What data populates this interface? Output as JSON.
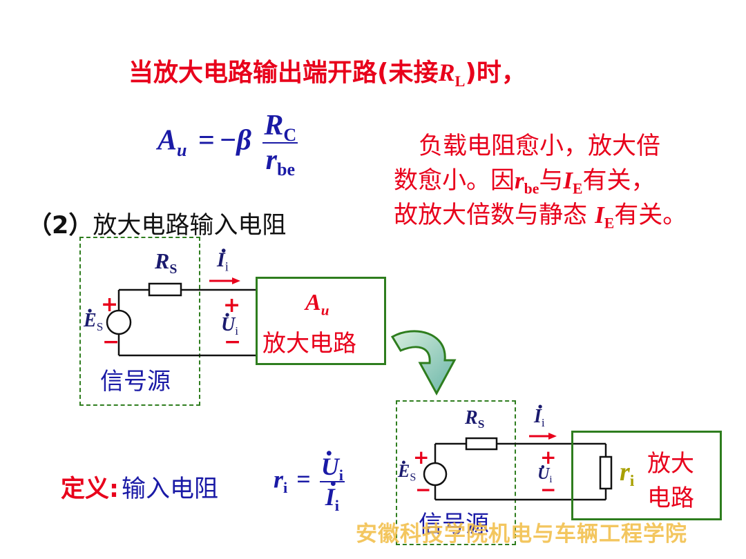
{
  "title": {
    "prefix": "当放大电路输出端开路(未接",
    "symbol": "R",
    "sub": "L",
    "suffix": ")时，"
  },
  "formula_au": {
    "lhs": "A",
    "lhs_sub": "u",
    "equals": "=",
    "minus_beta": "−β",
    "num": "R",
    "num_sub": "C",
    "den": "r",
    "den_sub": "be"
  },
  "note": {
    "line1": "负载电阻愈小，放大倍",
    "line2_a": "数愈小。因",
    "line2_r": "r",
    "line2_rsub": "be",
    "line2_b": "与",
    "line2_i": "I",
    "line2_isub": "E",
    "line2_c": "有关，",
    "line3_a": "故放大倍数与静态 ",
    "line3_i": "I",
    "line3_isub": "E",
    "line3_b": "有关。"
  },
  "section2": {
    "label_num": "（2）",
    "label_text": "放大电路输入电阻"
  },
  "circuit1": {
    "rs": "R",
    "rs_sub": "S",
    "ii": "I",
    "ii_sub": "i",
    "es": "E",
    "es_sub": "S",
    "plus": "+",
    "minus": "−",
    "ui": "U",
    "ui_sub": "i",
    "au": "A",
    "au_sub": "u",
    "amp_label": "放大电路",
    "source_label": "信号源"
  },
  "circuit2": {
    "rs": "R",
    "rs_sub": "S",
    "ii": "I",
    "ii_sub": "i",
    "es": "E",
    "es_sub": "S",
    "plus": "+",
    "minus": "−",
    "ui": "U",
    "ui_sub": "i",
    "ri": "r",
    "ri_sub": "i",
    "amp_line1": "放大",
    "amp_line2": "电路",
    "source_label": "信号源"
  },
  "definition": {
    "label": "定义",
    "colon": ":",
    "text": "输入电阻",
    "ri": "r",
    "ri_sub": "i",
    "equals": "=",
    "num": "U",
    "num_sub": "i",
    "den": "I",
    "den_sub": "i"
  },
  "watermark": "安徽科技学院机电与车辆工程学院",
  "colors": {
    "red": "#e8001b",
    "blue": "#1a1aa6",
    "green": "#2e7d1e",
    "olive": "#a8a000",
    "watermark": "#f2c04e"
  }
}
